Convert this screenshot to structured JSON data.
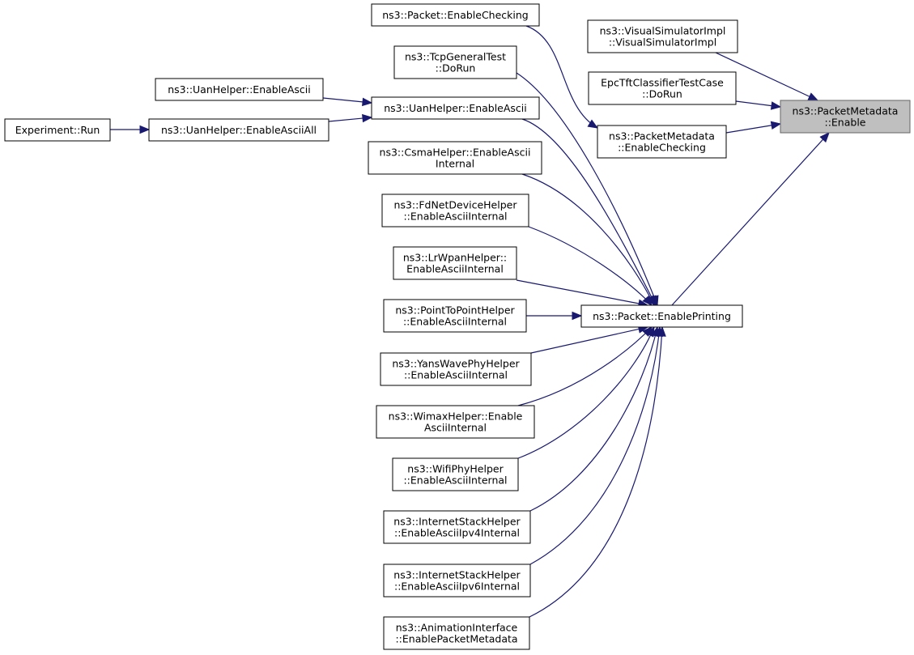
{
  "diagram": {
    "nodes": [
      {
        "id": "experiment_run",
        "lines": [
          "Experiment::Run"
        ]
      },
      {
        "id": "uan_enable_ascii_all",
        "lines": [
          "ns3::UanHelper::EnableAsciiAll"
        ]
      },
      {
        "id": "uan_enable_ascii_a",
        "lines": [
          "ns3::UanHelper::EnableAscii"
        ]
      },
      {
        "id": "uan_enable_ascii_b",
        "lines": [
          "ns3::UanHelper::EnableAscii"
        ]
      },
      {
        "id": "packet_enable_checking",
        "lines": [
          "ns3::Packet::EnableChecking"
        ]
      },
      {
        "id": "tcp_general_test",
        "lines": [
          "ns3::TcpGeneralTest",
          "::DoRun"
        ]
      },
      {
        "id": "csma_helper",
        "lines": [
          "ns3::CsmaHelper::EnableAscii",
          "Internal"
        ]
      },
      {
        "id": "fd_net_device_helper",
        "lines": [
          "ns3::FdNetDeviceHelper",
          "::EnableAsciiInternal"
        ]
      },
      {
        "id": "lr_wpan_helper",
        "lines": [
          "ns3::LrWpanHelper::",
          "EnableAsciiInternal"
        ]
      },
      {
        "id": "point_to_point_helper",
        "lines": [
          "ns3::PointToPointHelper",
          "::EnableAsciiInternal"
        ]
      },
      {
        "id": "yans_wave_phy_helper",
        "lines": [
          "ns3::YansWavePhyHelper",
          "::EnableAsciiInternal"
        ]
      },
      {
        "id": "wimax_helper",
        "lines": [
          "ns3::WimaxHelper::Enable",
          "AsciiInternal"
        ]
      },
      {
        "id": "wifi_phy_helper",
        "lines": [
          "ns3::WifiPhyHelper",
          "::EnableAsciiInternal"
        ]
      },
      {
        "id": "internet_stack_ipv4",
        "lines": [
          "ns3::InternetStackHelper",
          "::EnableAsciiIpv4Internal"
        ]
      },
      {
        "id": "internet_stack_ipv6",
        "lines": [
          "ns3::InternetStackHelper",
          "::EnableAsciiIpv6Internal"
        ]
      },
      {
        "id": "animation_interface",
        "lines": [
          "ns3::AnimationInterface",
          "::EnablePacketMetadata"
        ]
      },
      {
        "id": "packet_enable_printing",
        "lines": [
          "ns3::Packet::EnablePrinting"
        ]
      },
      {
        "id": "visual_simulator_impl",
        "lines": [
          "ns3::VisualSimulatorImpl",
          "::VisualSimulatorImpl"
        ]
      },
      {
        "id": "epc_tft_classifier",
        "lines": [
          "EpcTftClassifierTestCase",
          "::DoRun"
        ]
      },
      {
        "id": "packet_metadata_enable_checking",
        "lines": [
          "ns3::PacketMetadata",
          "::EnableChecking"
        ]
      },
      {
        "id": "packet_metadata_enable",
        "lines": [
          "ns3::PacketMetadata",
          "::Enable"
        ],
        "focus": true
      }
    ],
    "edges": [
      {
        "from": "experiment_run",
        "to": "uan_enable_ascii_all"
      },
      {
        "from": "uan_enable_ascii_all",
        "to": "uan_enable_ascii_b"
      },
      {
        "from": "uan_enable_ascii_a",
        "to": "uan_enable_ascii_b"
      },
      {
        "from": "uan_enable_ascii_b",
        "to": "packet_enable_printing"
      },
      {
        "from": "tcp_general_test",
        "to": "packet_enable_printing"
      },
      {
        "from": "csma_helper",
        "to": "packet_enable_printing"
      },
      {
        "from": "fd_net_device_helper",
        "to": "packet_enable_printing"
      },
      {
        "from": "lr_wpan_helper",
        "to": "packet_enable_printing"
      },
      {
        "from": "point_to_point_helper",
        "to": "packet_enable_printing"
      },
      {
        "from": "yans_wave_phy_helper",
        "to": "packet_enable_printing"
      },
      {
        "from": "wimax_helper",
        "to": "packet_enable_printing"
      },
      {
        "from": "wifi_phy_helper",
        "to": "packet_enable_printing"
      },
      {
        "from": "internet_stack_ipv4",
        "to": "packet_enable_printing"
      },
      {
        "from": "internet_stack_ipv6",
        "to": "packet_enable_printing"
      },
      {
        "from": "animation_interface",
        "to": "packet_enable_printing"
      },
      {
        "from": "packet_enable_checking",
        "to": "packet_metadata_enable_checking"
      },
      {
        "from": "packet_metadata_enable_checking",
        "to": "packet_metadata_enable"
      },
      {
        "from": "visual_simulator_impl",
        "to": "packet_metadata_enable"
      },
      {
        "from": "epc_tft_classifier",
        "to": "packet_metadata_enable"
      },
      {
        "from": "packet_enable_printing",
        "to": "packet_metadata_enable"
      }
    ],
    "colors": {
      "edge": "#191970",
      "node_border": "#000000",
      "node_fill": "#ffffff",
      "focus_fill": "#bfbfbf",
      "focus_border": "#666666"
    }
  }
}
